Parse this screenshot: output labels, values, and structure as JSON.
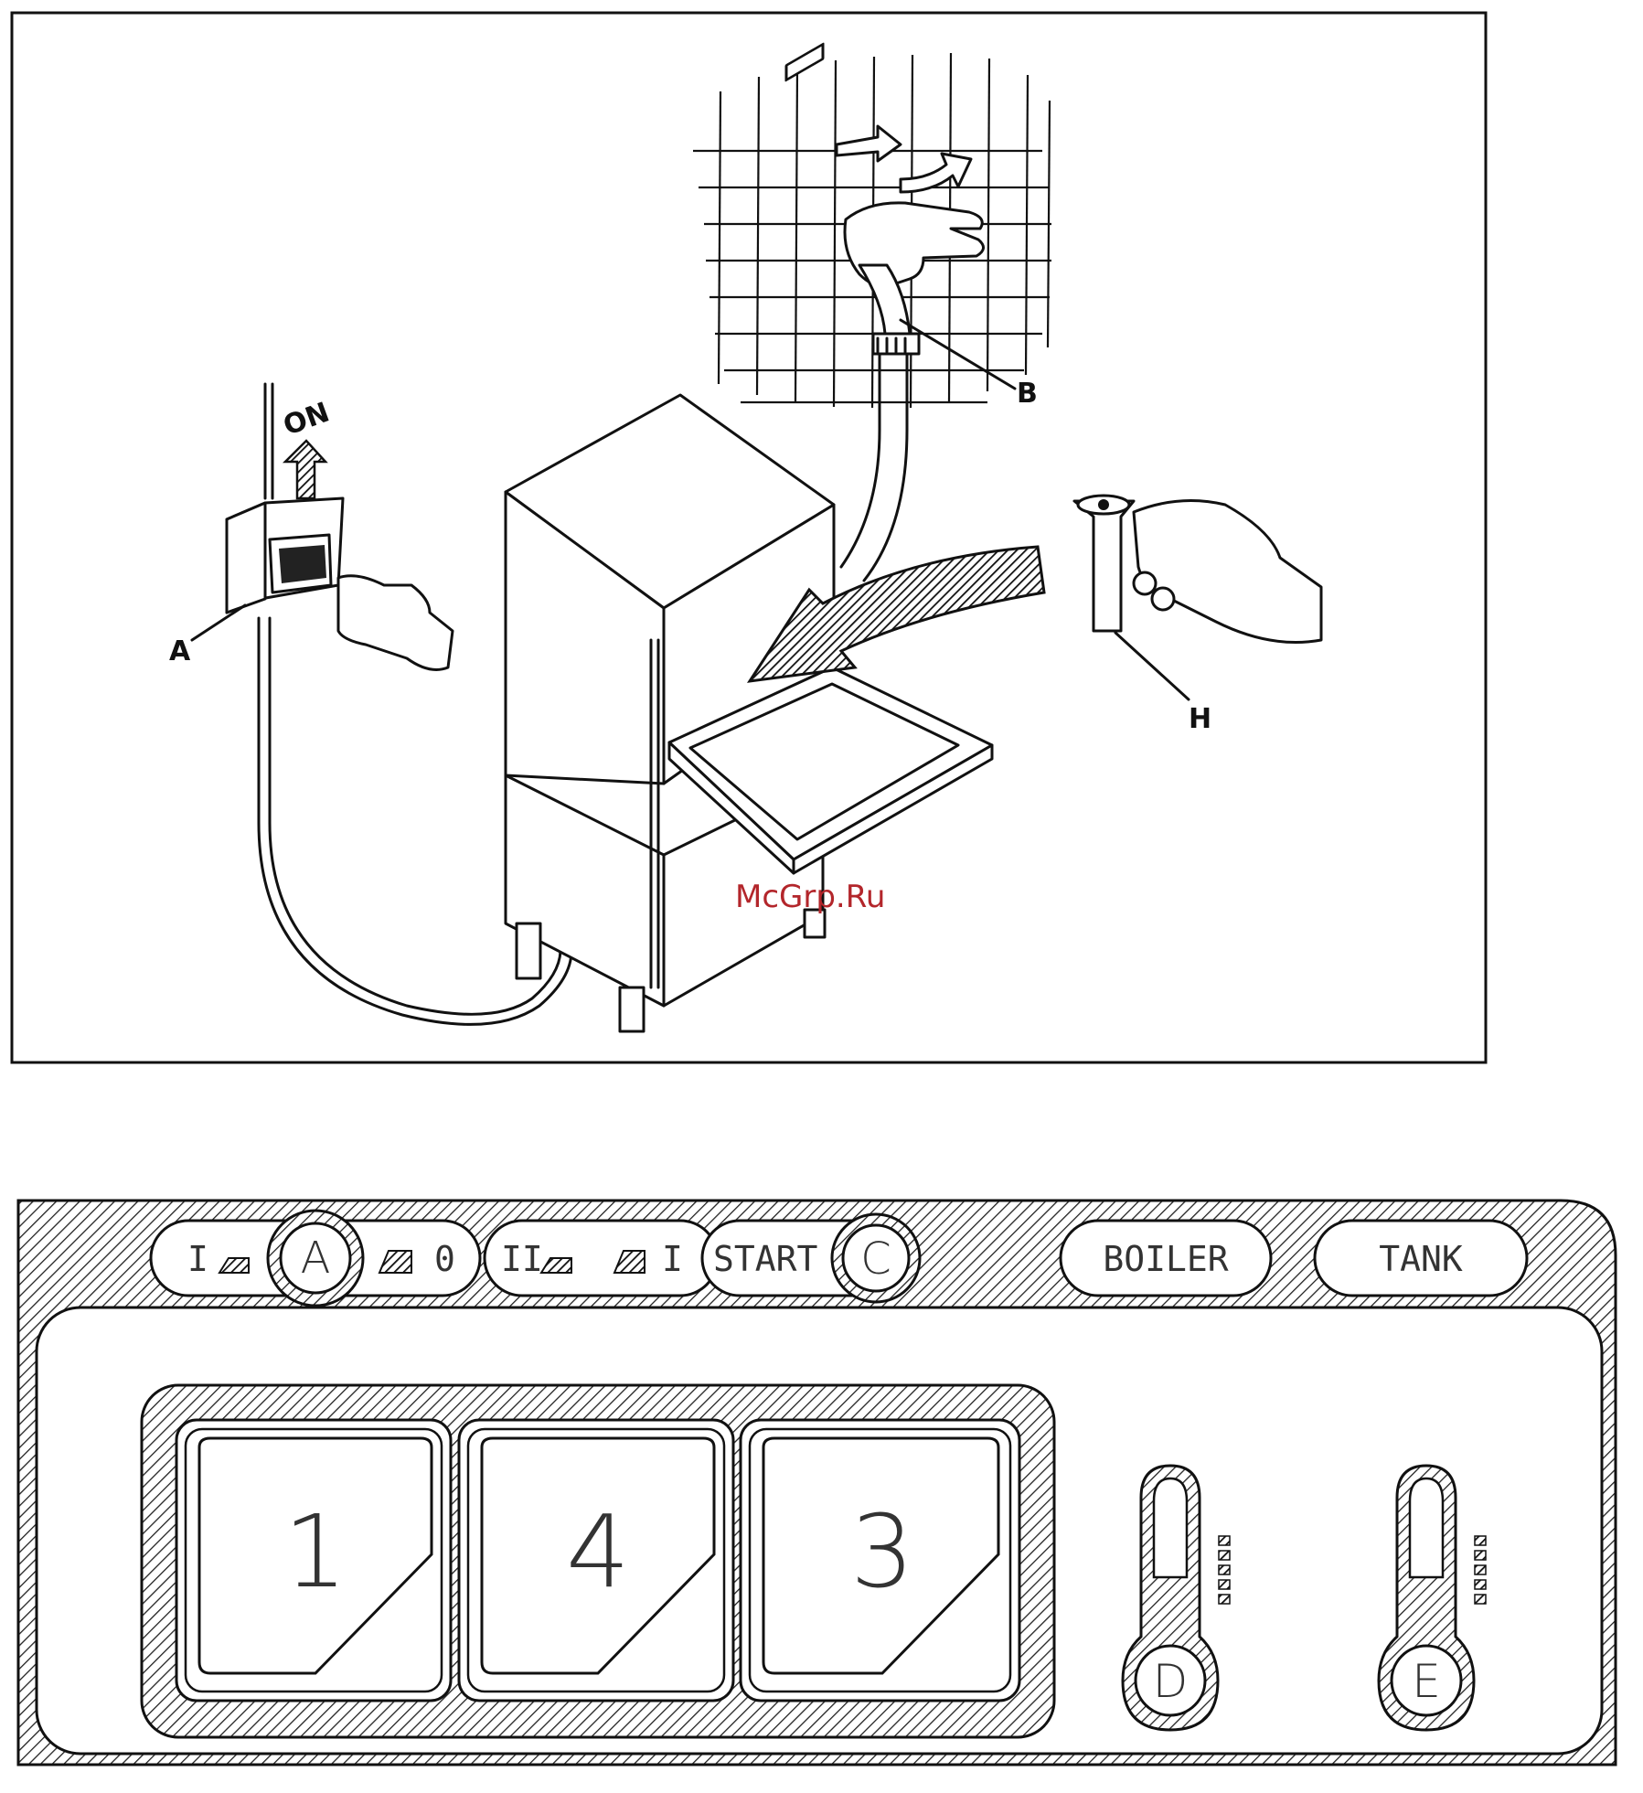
{
  "figure_top": {
    "labels": {
      "on": "ON",
      "a": "A",
      "b": "B",
      "h": "H"
    },
    "watermark": "McGrp.Ru"
  },
  "panel": {
    "switch_a": {
      "pos1": "I",
      "letter": "A",
      "pos2": "0"
    },
    "switch_b": {
      "pos1": "II",
      "pos2": "I"
    },
    "start": {
      "label": "START",
      "letter": "C"
    },
    "boiler": "BOILER",
    "tank": "TANK",
    "buttons": [
      "1",
      "4",
      "3"
    ],
    "thermometers": [
      "D",
      "E"
    ]
  }
}
